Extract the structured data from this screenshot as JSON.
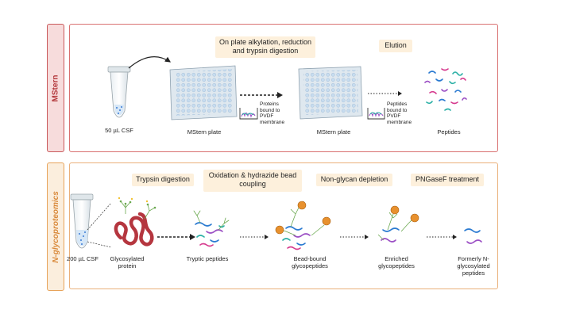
{
  "sections": {
    "mstern": {
      "tab_label": "MStern",
      "steps": {
        "alkylation": "On plate alkylation, reduction and trypsin digestion",
        "elution": "Elution"
      },
      "labels": {
        "csf": "50 µL CSF",
        "plate1": "MStern plate",
        "proteins": "Proteins bound to PVDF membrane",
        "plate2": "MStern plate",
        "peptides_bound": "Peptides bound to PVDF membrane",
        "peptides": "Peptides"
      }
    },
    "nglyco": {
      "tab_label": "N-glycoproteomics",
      "steps": {
        "trypsin": "Trypsin digestion",
        "oxidation": "Oxidation & hydrazide bead coupling",
        "depletion": "Non-glycan depletion",
        "pngase": "PNGaseF treatment"
      },
      "labels": {
        "csf": "200 µL CSF",
        "glycoprotein": "Glycosylated protein",
        "tryptic": "Tryptic peptides",
        "bead_bound": "Bead-bound glycopeptides",
        "enriched": "Enriched glycopeptides",
        "formerly": "Formerly N-glycosylated peptides"
      }
    }
  },
  "colors": {
    "mstern_border": "#d97070",
    "mstern_tab": "#f7dcdc",
    "nglyco_border": "#eab07a",
    "nglyco_tab": "#fbeedd",
    "step_box": "#fdf0dc",
    "bead": "#e8912e"
  }
}
